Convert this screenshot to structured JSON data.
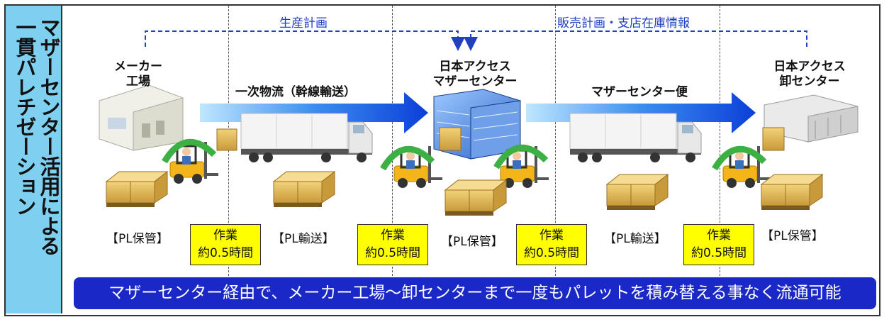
{
  "sidebar": {
    "line1": "マザーセンター活用による",
    "line2": "一貫パレチゼーション"
  },
  "plans": {
    "production": "生産計画",
    "sales": "販売計画・支店在庫情報"
  },
  "nodes": {
    "maker": {
      "line1": "メーカー",
      "line2": "工場"
    },
    "mother": {
      "line1": "日本アクセス",
      "line2": "マザーセンター"
    },
    "wholesale": {
      "line1": "日本アクセス",
      "line2": "卸センター"
    }
  },
  "flows": {
    "primary": "一次物流（幹線輸送）",
    "mother_route": "マザーセンター便"
  },
  "pl_labels": {
    "storage": "【PL保管】",
    "transport": "【PL輸送】"
  },
  "work": {
    "line1": "作業",
    "line2": "約0.5時間"
  },
  "banner": "マザーセンター経由で、メーカー工場～卸センターまで一度もパレットを積み替える事なく流通可能",
  "colors": {
    "sidebar": "#7fd0f0",
    "banner": "#1a28c8",
    "work_box": "#ffff00",
    "plan_line": "#2040c0",
    "arrow": "#1f5ee8",
    "curve_arrow": "#3cb043"
  }
}
